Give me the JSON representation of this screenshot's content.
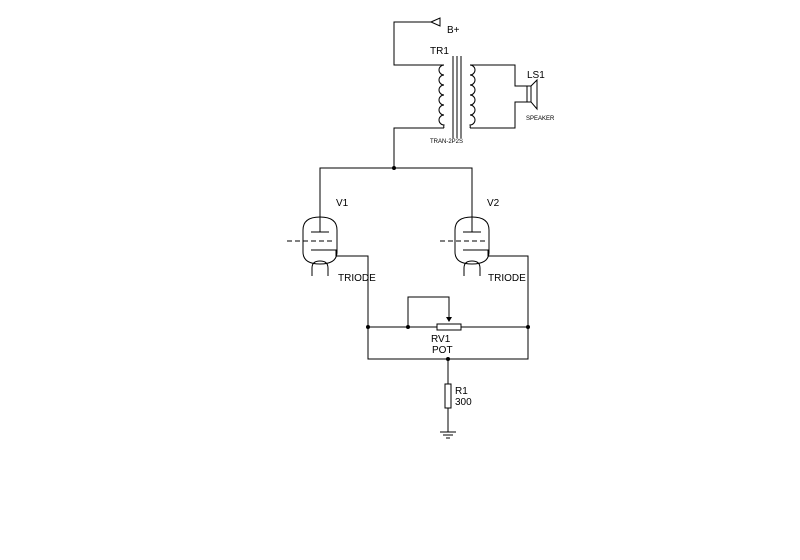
{
  "schematic": {
    "supply": {
      "label": "B+"
    },
    "transformer": {
      "ref": "TR1",
      "value": "TRAN-2P2S"
    },
    "speaker": {
      "ref": "LS1",
      "value": "SPEAKER"
    },
    "tube_left": {
      "ref": "V1",
      "value": "TRIODE"
    },
    "tube_right": {
      "ref": "V2",
      "value": "TRIODE"
    },
    "pot": {
      "ref": "RV1",
      "value": "POT"
    },
    "resistor": {
      "ref": "R1",
      "value": "300"
    },
    "ground": {
      "symbol": "ground-icon"
    }
  }
}
